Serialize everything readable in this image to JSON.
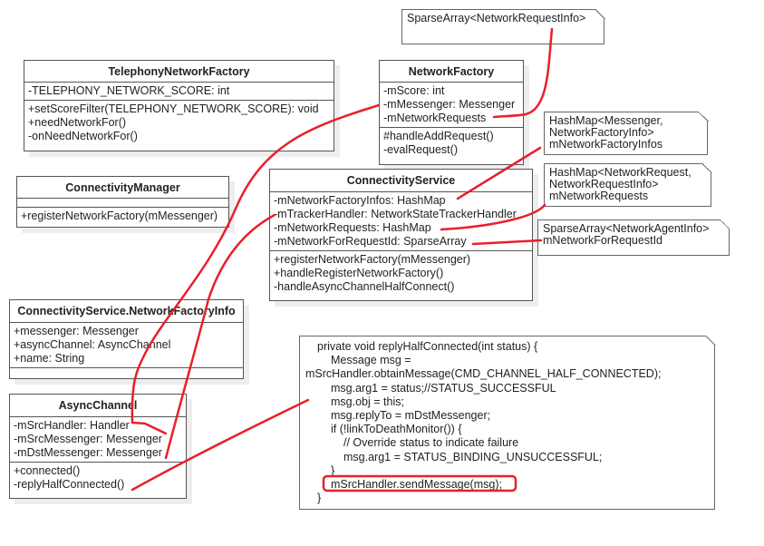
{
  "classes": {
    "telephony": {
      "name": "TelephonyNetworkFactory",
      "attrs": [
        "-TELEPHONY_NETWORK_SCORE: int"
      ],
      "methods": [
        "+setScoreFilter(TELEPHONY_NETWORK_SCORE): void",
        "+needNetworkFor()",
        "-onNeedNetworkFor()"
      ]
    },
    "network_factory": {
      "name": "NetworkFactory",
      "attrs": [
        "-mScore: int",
        "-mMessenger: Messenger",
        "-mNetworkRequests"
      ],
      "methods": [
        "#handleAddRequest()",
        "-evalRequest()"
      ]
    },
    "connectivity_manager": {
      "name": "ConnectivityManager",
      "methods": [
        "+registerNetworkFactory(mMessenger)"
      ]
    },
    "connectivity_service": {
      "name": "ConnectivityService",
      "attrs": [
        "-mNetworkFactoryInfos: HashMap",
        "-mTrackerHandler: NetworkStateTrackerHandler",
        "-mNetworkRequests: HashMap",
        "-mNetworkForRequestId: SparseArray"
      ],
      "methods": [
        "+registerNetworkFactory(mMessenger)",
        "+handleRegisterNetworkFactory()",
        "-handleAsyncChannelHalfConnect()"
      ]
    },
    "factory_info": {
      "name": "ConnectivityService.NetworkFactoryInfo",
      "attrs": [
        "+messenger: Messenger",
        "+asyncChannel: AsyncChannel",
        "+name: String"
      ]
    },
    "async_channel": {
      "name": "AsyncChannel",
      "attrs": [
        "-mSrcHandler: Handler",
        "-mSrcMessenger: Messenger",
        "-mDstMessenger: Messenger"
      ],
      "methods": [
        "+connected()",
        "-replyHalfConnected()"
      ]
    }
  },
  "notes": {
    "sparse_request": [
      "SparseArray<NetworkRequestInfo>"
    ],
    "hashmap_factory": [
      "HashMap<Messenger,",
      "NetworkFactoryInfo>",
      "mNetworkFactoryInfos"
    ],
    "hashmap_request": [
      "HashMap<NetworkRequest,",
      "NetworkRequestInfo>",
      "mNetworkRequests"
    ],
    "sparse_agent": [
      "SparseArray<NetworkAgentInfo>",
      "mNetworkForRequestId"
    ],
    "code": [
      "private void replyHalfConnected(int status) {",
      "Message msg =",
      "mSrcHandler.obtainMessage(CMD_CHANNEL_HALF_CONNECTED);",
      "msg.arg1 = status;//STATUS_SUCCESSFUL",
      "msg.obj = this;",
      "msg.replyTo = mDstMessenger;",
      "if (!linkToDeathMonitor()) {",
      "// Override status to indicate failure",
      "msg.arg1 = STATUS_BINDING_UNSUCCESSFUL;",
      "}",
      "mSrcHandler.sendMessage(msg);",
      "}"
    ]
  },
  "colors": {
    "annotation": "#e8202a",
    "border": "#555555"
  }
}
